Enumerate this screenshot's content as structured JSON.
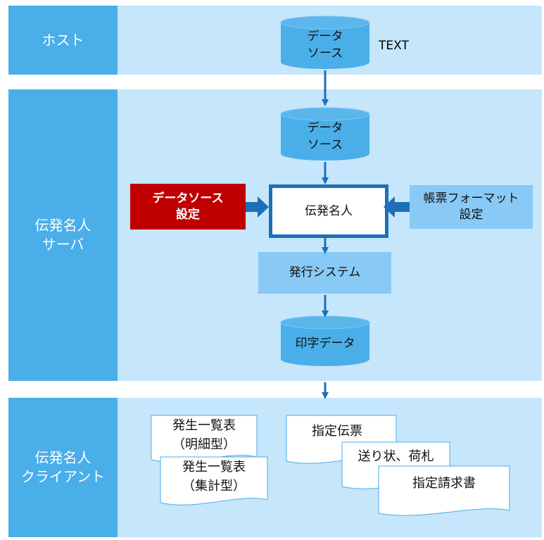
{
  "lanes": {
    "host": "ホスト",
    "server": "伝発名人\nサーバ",
    "client": "伝発名人\nクライアント"
  },
  "host": {
    "datasource": "データ\nソース",
    "text_label": "TEXT"
  },
  "server": {
    "datasource": "データ\nソース",
    "datasource_setting": "データソース\n設定",
    "core": "伝発名人",
    "format_setting": "帳票フォーマット\n設定",
    "issue_system": "発行システム",
    "print_data": "印字データ"
  },
  "client": {
    "doc1": "発生一覧表\n（明細型）",
    "doc2": "発生一覧表\n（集計型）",
    "doc3": "指定伝票",
    "doc4": "送り状、荷札",
    "doc5": "指定請求書"
  },
  "colors": {
    "lane_bg": "#c6e6fb",
    "lane_label_bg": "#4aaee9",
    "cylinder": "#4aaee9",
    "box": "#89c9f5",
    "arrow": "#1e6fb8",
    "highlight": "#c00000"
  }
}
